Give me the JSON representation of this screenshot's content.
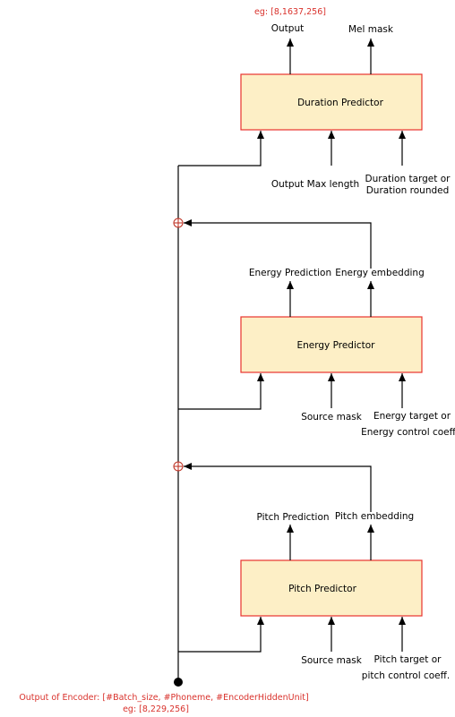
{
  "colors": {
    "block_fill": "#fdefc6",
    "block_stroke": "#e8322e",
    "annotation": "#d9322c",
    "adder": "#c0392b",
    "line": "#000000"
  },
  "top_annotation": "eg: [8,1637,256]",
  "duration": {
    "title": "Duration Predictor",
    "outputs": [
      "Output",
      "Mel mask"
    ],
    "inputs": {
      "max_length": "Output Max length",
      "target_line1": "Duration target or",
      "target_line2": "Duration rounded"
    }
  },
  "energy": {
    "title": "Energy Predictor",
    "outputs": [
      "Energy Prediction",
      "Energy embedding"
    ],
    "inputs": {
      "mask": "Source mask",
      "target_line1": "Energy target or",
      "target_line2": "Energy control coeff"
    }
  },
  "pitch": {
    "title": "Pitch Predictor",
    "outputs": [
      "Pitch Prediction",
      "Pitch embedding"
    ],
    "inputs": {
      "mask": "Source mask",
      "target_line1": "Pitch target or",
      "target_line2": "pitch control coeff."
    }
  },
  "encoder": {
    "label": "Output of Encoder: [#Batch_size, #Phoneme, #EncoderHiddenUnit]",
    "example": "eg: [8,229,256]"
  },
  "icons": {
    "adder": "circled-plus",
    "input_node": "filled-circle"
  }
}
